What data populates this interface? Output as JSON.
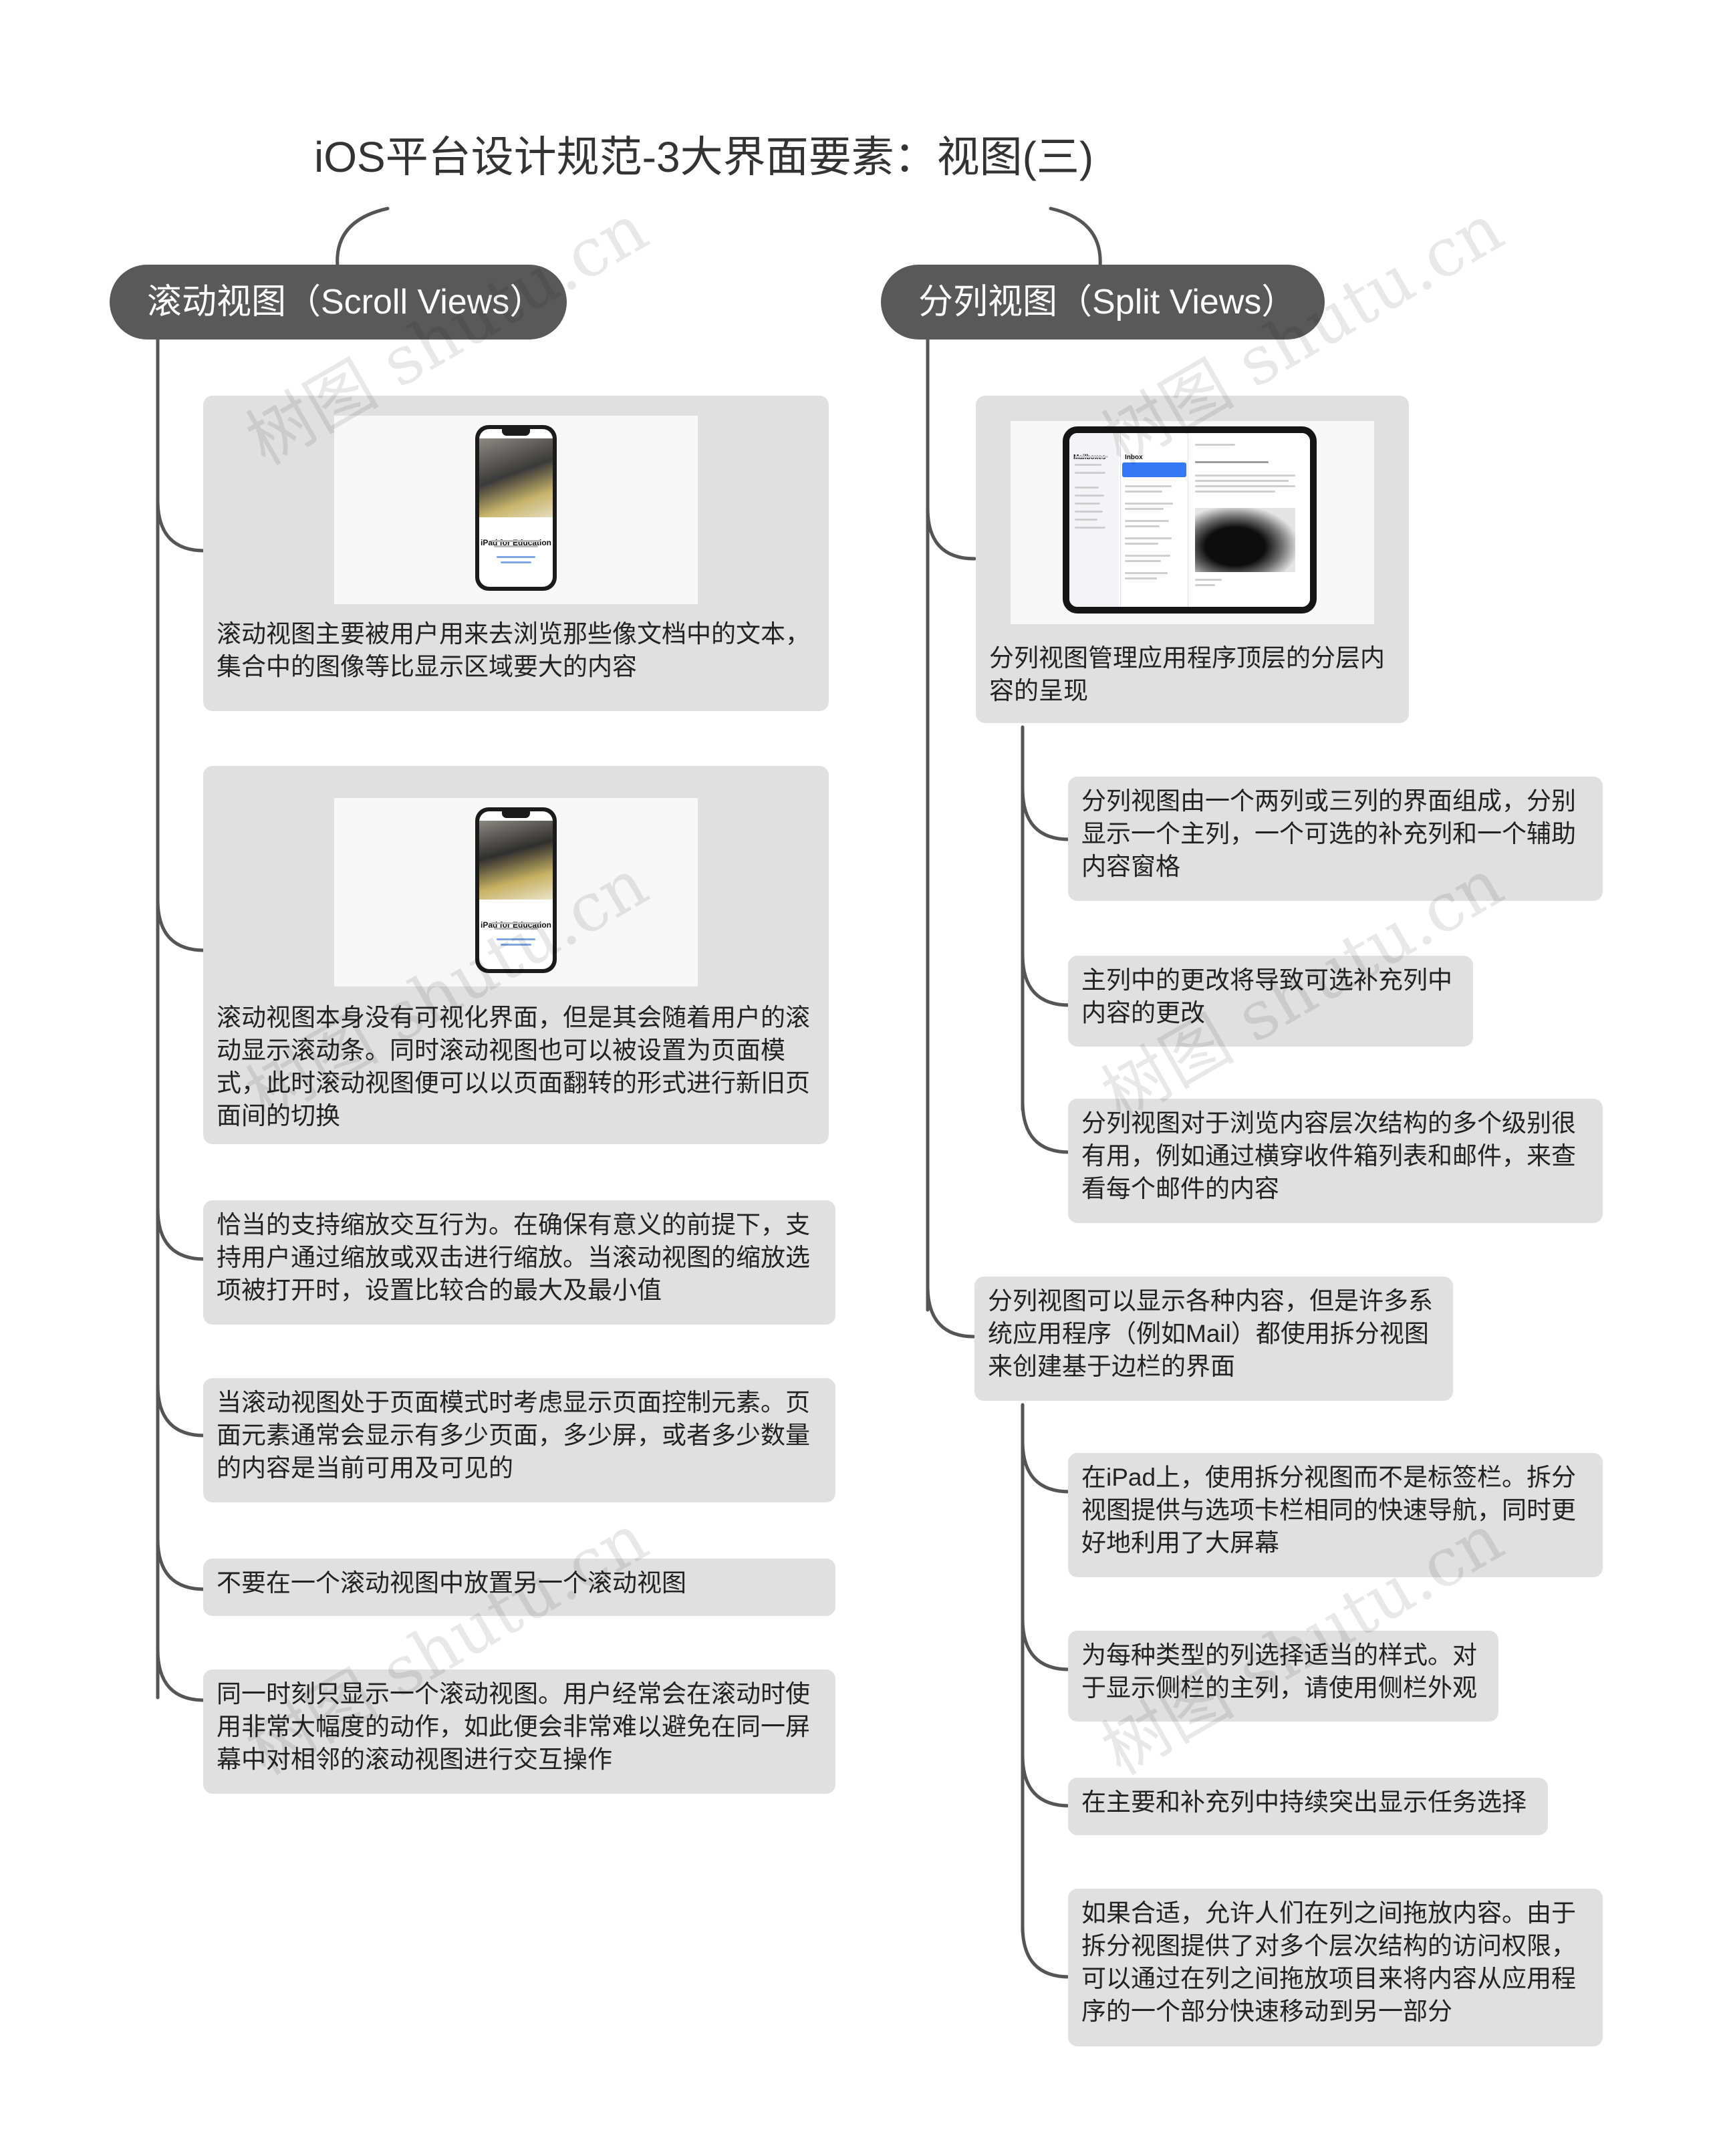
{
  "title": "iOS平台设计规范-3大界面要素：视图(三)",
  "watermark": "树图 shutu.cn",
  "colors": {
    "topic_bg": "#595959",
    "node_bg": "#e0e0e0",
    "line": "#555555"
  },
  "left": {
    "topic": "滚动视图（Scroll Views）",
    "nodes": [
      {
        "text": "滚动视图主要被用户用来去浏览那些像文档中的文本，集合中的图像等比显示区域要大的内容",
        "image_caption": "iPad for Education"
      },
      {
        "text": "滚动视图本身没有可视化界面，但是其会随着用户的滚动显示滚动条。同时滚动视图也可以被设置为页面模式，此时滚动视图便可以以页面翻转的形式进行新旧页面间的切换",
        "image_caption": "iPad for Education"
      },
      {
        "text": "恰当的支持缩放交互行为。在确保有意义的前提下，支持用户通过缩放或双击进行缩放。当滚动视图的缩放选项被打开时，设置比较合的最大及最小值"
      },
      {
        "text": "当滚动视图处于页面模式时考虑显示页面控制元素。页面元素通常会显示有多少页面，多少屏，或者多少数量的内容是当前可用及可见的"
      },
      {
        "text": "不要在一个滚动视图中放置另一个滚动视图"
      },
      {
        "text": "同一时刻只显示一个滚动视图。用户经常会在滚动时使用非常大幅度的动作，如此便会非常难以避免在同一屏幕中对相邻的滚动视图进行交互操作"
      }
    ]
  },
  "right": {
    "topic": "分列视图（Split Views）",
    "groups": [
      {
        "text": "分列视图管理应用程序顶层的分层内容的呈现",
        "image": {
          "mailboxes": "Mailboxes",
          "inbox": "Inbox"
        },
        "children": [
          "分列视图由一个两列或三列的界面组成，分别显示一个主列，一个可选的补充列和一个辅助内容窗格",
          "主列中的更改将导致可选补充列中内容的更改",
          "分列视图对于浏览内容层次结构的多个级别很有用，例如通过横穿收件箱列表和邮件，来查看每个邮件的内容"
        ]
      },
      {
        "text": "分列视图可以显示各种内容，但是许多系统应用程序（例如Mail）都使用拆分视图来创建基于边栏的界面",
        "children": [
          "在iPad上，使用拆分视图而不是标签栏。拆分视图提供与选项卡栏相同的快速导航，同时更好地利用了大屏幕",
          "为每种类型的列选择适当的样式。对于显示侧栏的主列，请使用侧栏外观",
          "在主要和补充列中持续突出显示任务选择",
          "如果合适，允许人们在列之间拖放内容。由于拆分视图提供了对多个层次结构的访问权限，可以通过在列之间拖放项目来将内容从应用程序的一个部分快速移动到另一部分"
        ]
      }
    ]
  }
}
